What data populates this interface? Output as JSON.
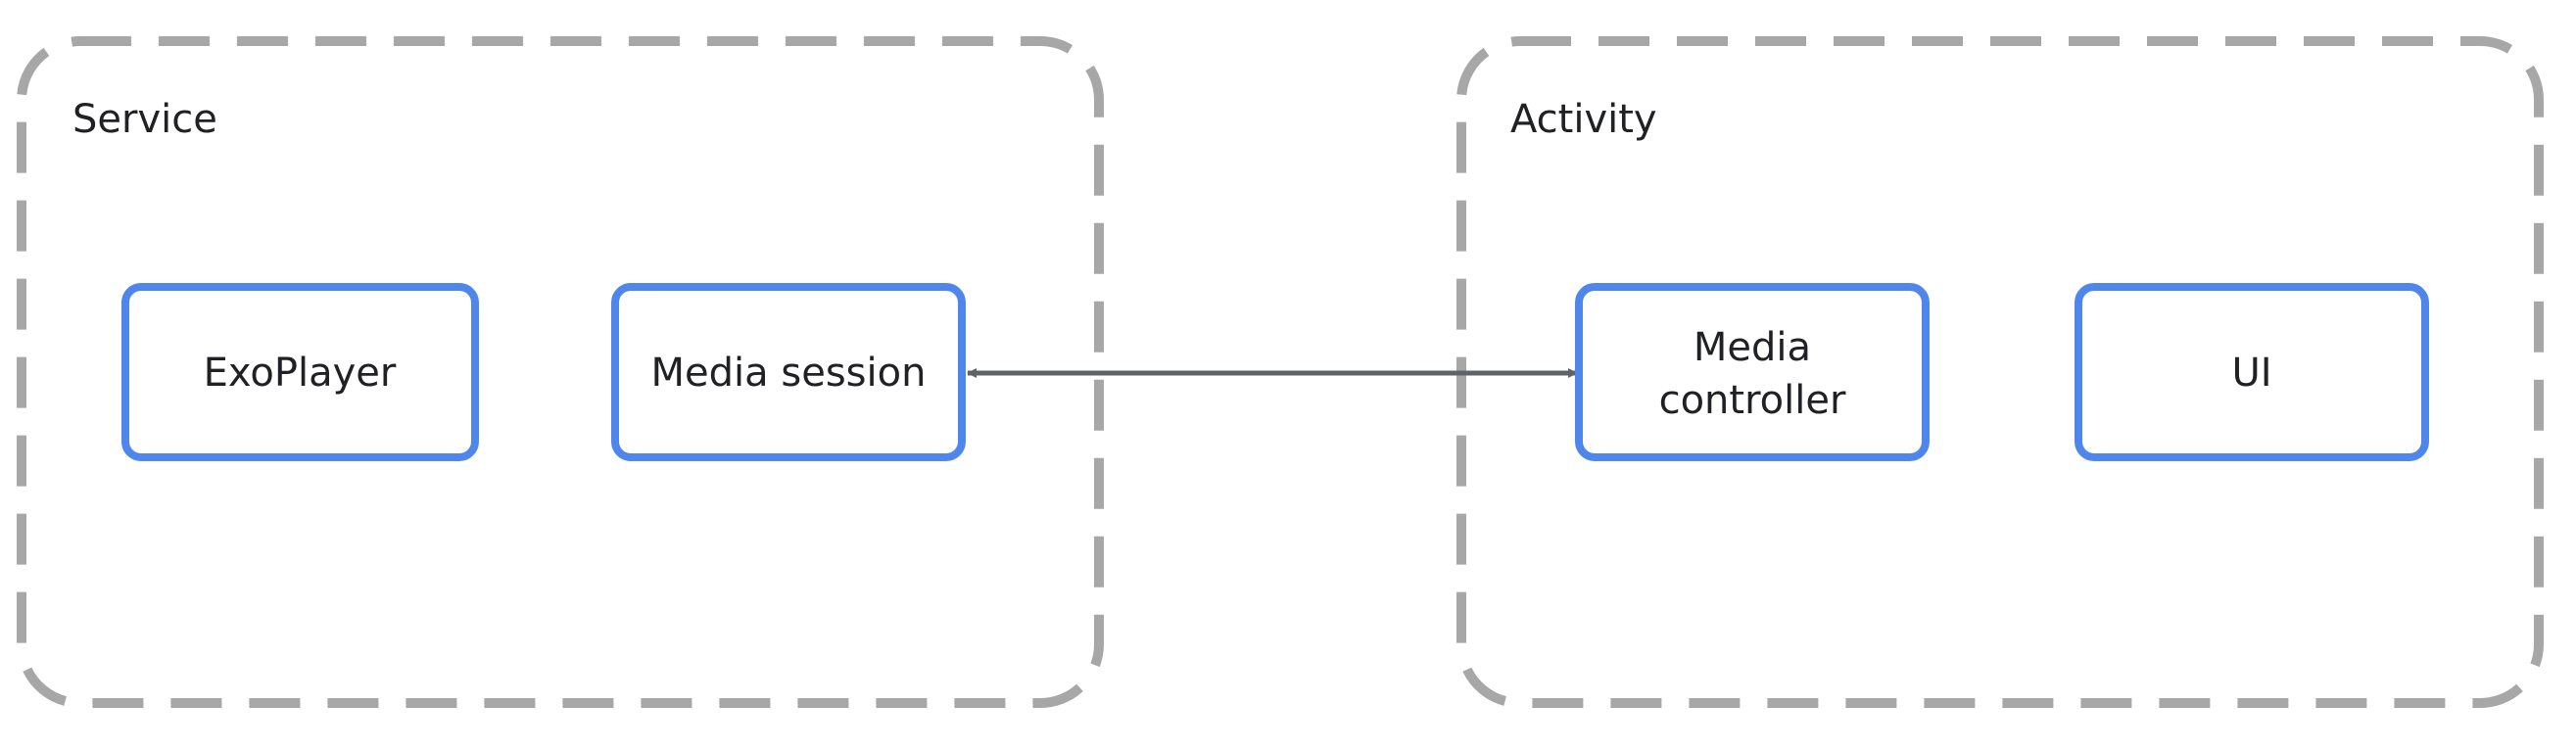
{
  "colors": {
    "container_border": "#a7a7a7",
    "node_border": "#4f86ec",
    "arrow": "#5f6368",
    "text": "#202124"
  },
  "containers": [
    {
      "id": "service",
      "label": "Service"
    },
    {
      "id": "activity",
      "label": "Activity"
    }
  ],
  "nodes": [
    {
      "id": "exoplayer",
      "lines": [
        "ExoPlayer"
      ]
    },
    {
      "id": "media-session",
      "lines": [
        "Media session"
      ]
    },
    {
      "id": "media-controller",
      "lines": [
        "Media",
        "controller"
      ]
    },
    {
      "id": "ui",
      "lines": [
        "UI"
      ]
    }
  ],
  "edges": [
    {
      "from": "media-session",
      "to": "media-controller",
      "bidirectional": true
    }
  ]
}
